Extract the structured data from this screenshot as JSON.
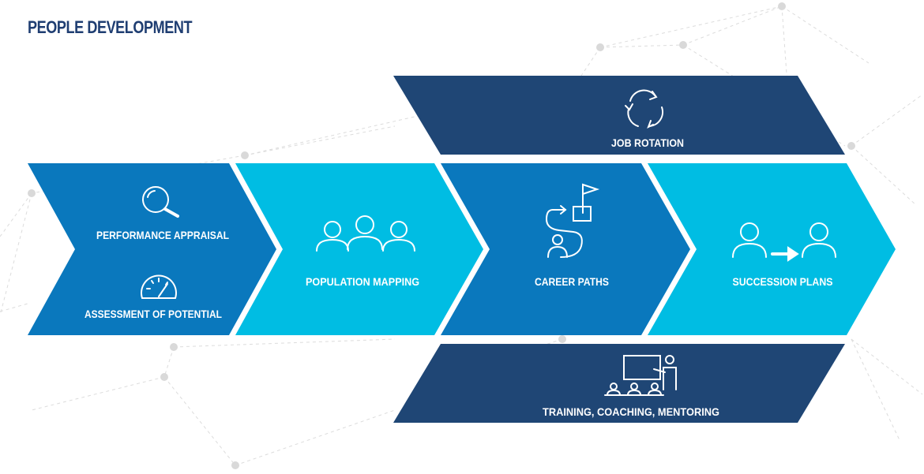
{
  "title": "PEOPLE DEVELOPMENT",
  "colors": {
    "dark_navy": "#1f4675",
    "mid_blue": "#0a78bd",
    "light_cyan": "#00bde3",
    "title": "#1f3e72",
    "network": "#d9d9d9"
  },
  "stages": [
    {
      "labels": [
        "PERFORMANCE APPRAISAL",
        "ASSESSMENT OF POTENTIAL"
      ],
      "icons": [
        "magnifier-icon",
        "speedometer-icon"
      ]
    },
    {
      "labels": [
        "POPULATION MAPPING"
      ],
      "icons": [
        "people-group-icon"
      ]
    },
    {
      "labels": [
        "CAREER PATHS"
      ],
      "icons": [
        "career-path-icon"
      ]
    },
    {
      "labels": [
        "SUCCESSION PLANS"
      ],
      "icons": [
        "succession-icon"
      ]
    }
  ],
  "top_band": {
    "label": "JOB ROTATION",
    "icon": "rotation-icon"
  },
  "bottom_band": {
    "label": "TRAINING, COACHING, MENTORING",
    "icon": "classroom-icon"
  }
}
